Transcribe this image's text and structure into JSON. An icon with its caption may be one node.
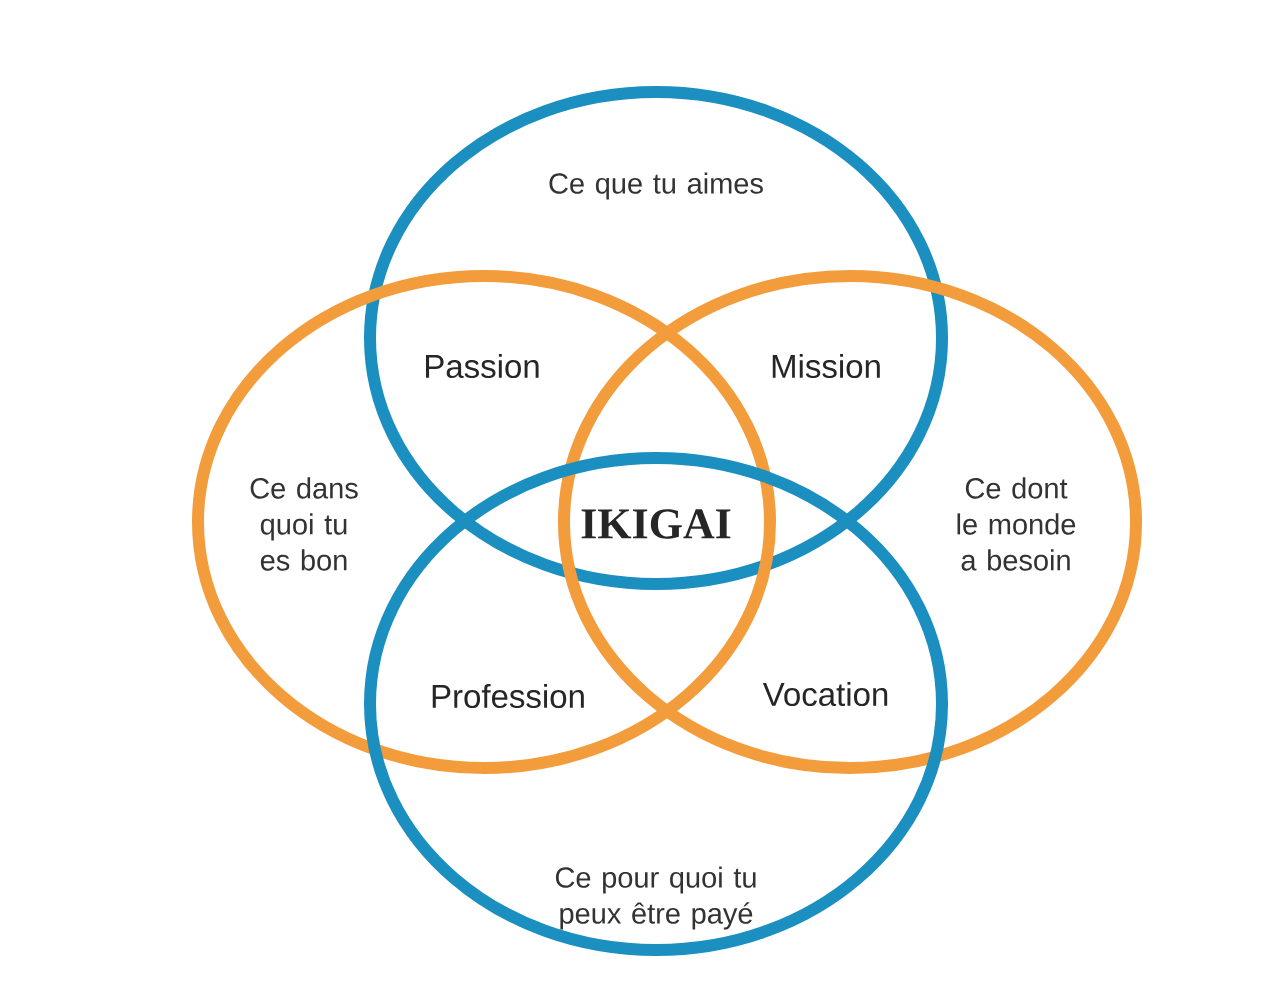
{
  "diagram": {
    "nodes": [
      {
        "text": [
          "Ce que tu aimes"
        ]
      },
      {
        "text": [
          "Ce dans quoi tu es bon"
        ]
      },
      {
        "text": [
          "Ce dont le monde a besoin"
        ]
      },
      {
        "text": [
          "Ce pour quoi tu peux être payé"
        ]
      }
    ],
    "labels": [
      "Passion",
      "Mission",
      "IKIGAI",
      "Profession",
      "Vocation"
    ]
  }
}
